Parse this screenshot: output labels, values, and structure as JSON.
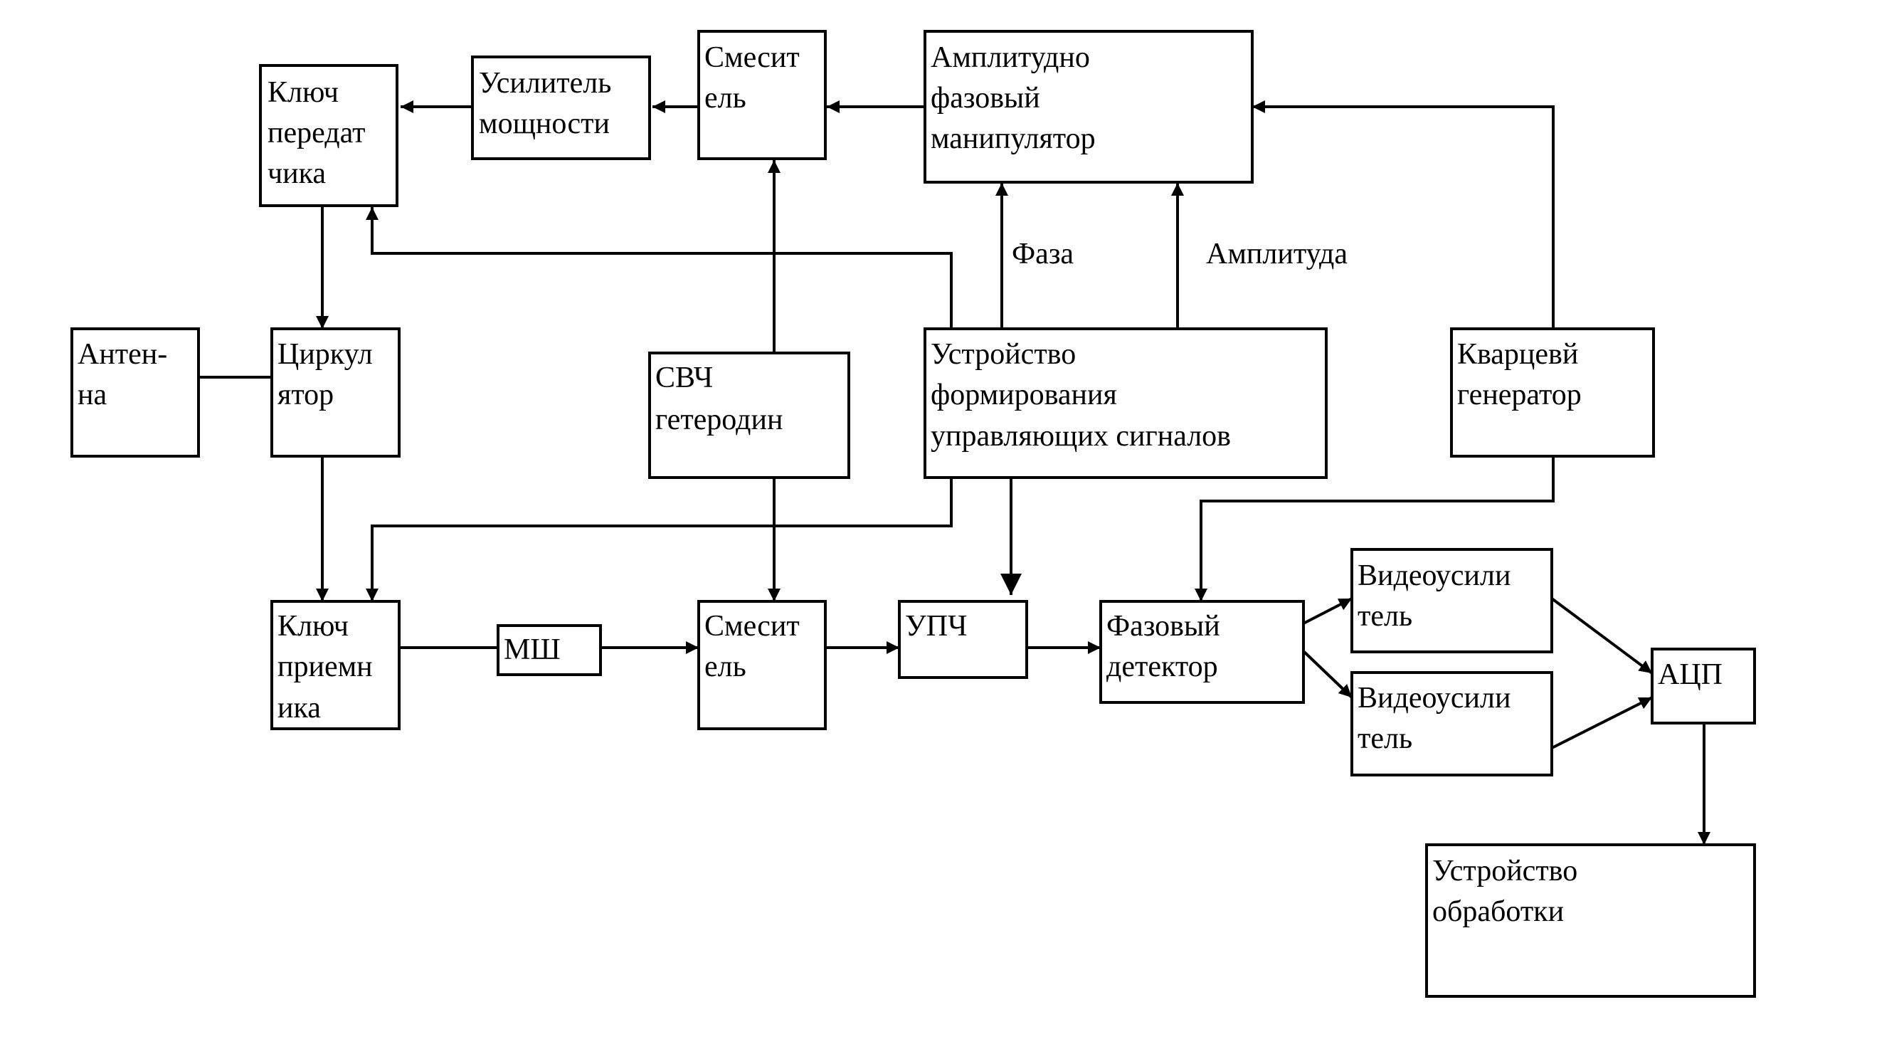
{
  "blocks": {
    "key_tx": [
      "Ключ",
      "передат",
      "чика"
    ],
    "power_amp": [
      "Усилитель",
      "мощности"
    ],
    "mixer_top": [
      "Смесит",
      "ель"
    ],
    "ap_manip": [
      "Амплитудно",
      "фазовый",
      "манипулятор"
    ],
    "antenna": [
      "Антен-",
      "на"
    ],
    "circulator": [
      "Циркул",
      "ятор"
    ],
    "lo": [
      "СВЧ",
      "гетеродин"
    ],
    "ctrl": [
      "Устройство",
      "формирования",
      "управляющих сигналов"
    ],
    "crystal": [
      "Кварцевй",
      "генератор"
    ],
    "key_rx": [
      "Ключ",
      "приемн",
      "ика"
    ],
    "lna": [
      "МШ"
    ],
    "mixer_bot": [
      "Смесит",
      "ель"
    ],
    "if_amp": [
      "УПЧ"
    ],
    "phase_det": [
      "Фазовый",
      "детектор"
    ],
    "video1": [
      "Видеоусили",
      "тель"
    ],
    "video2": [
      "Видеоусили",
      "тель"
    ],
    "adc": [
      "АЦП"
    ],
    "processor": [
      "Устройство",
      "обработки"
    ]
  },
  "labels": {
    "phase": "Фаза",
    "amplitude": "Амплитуда"
  }
}
